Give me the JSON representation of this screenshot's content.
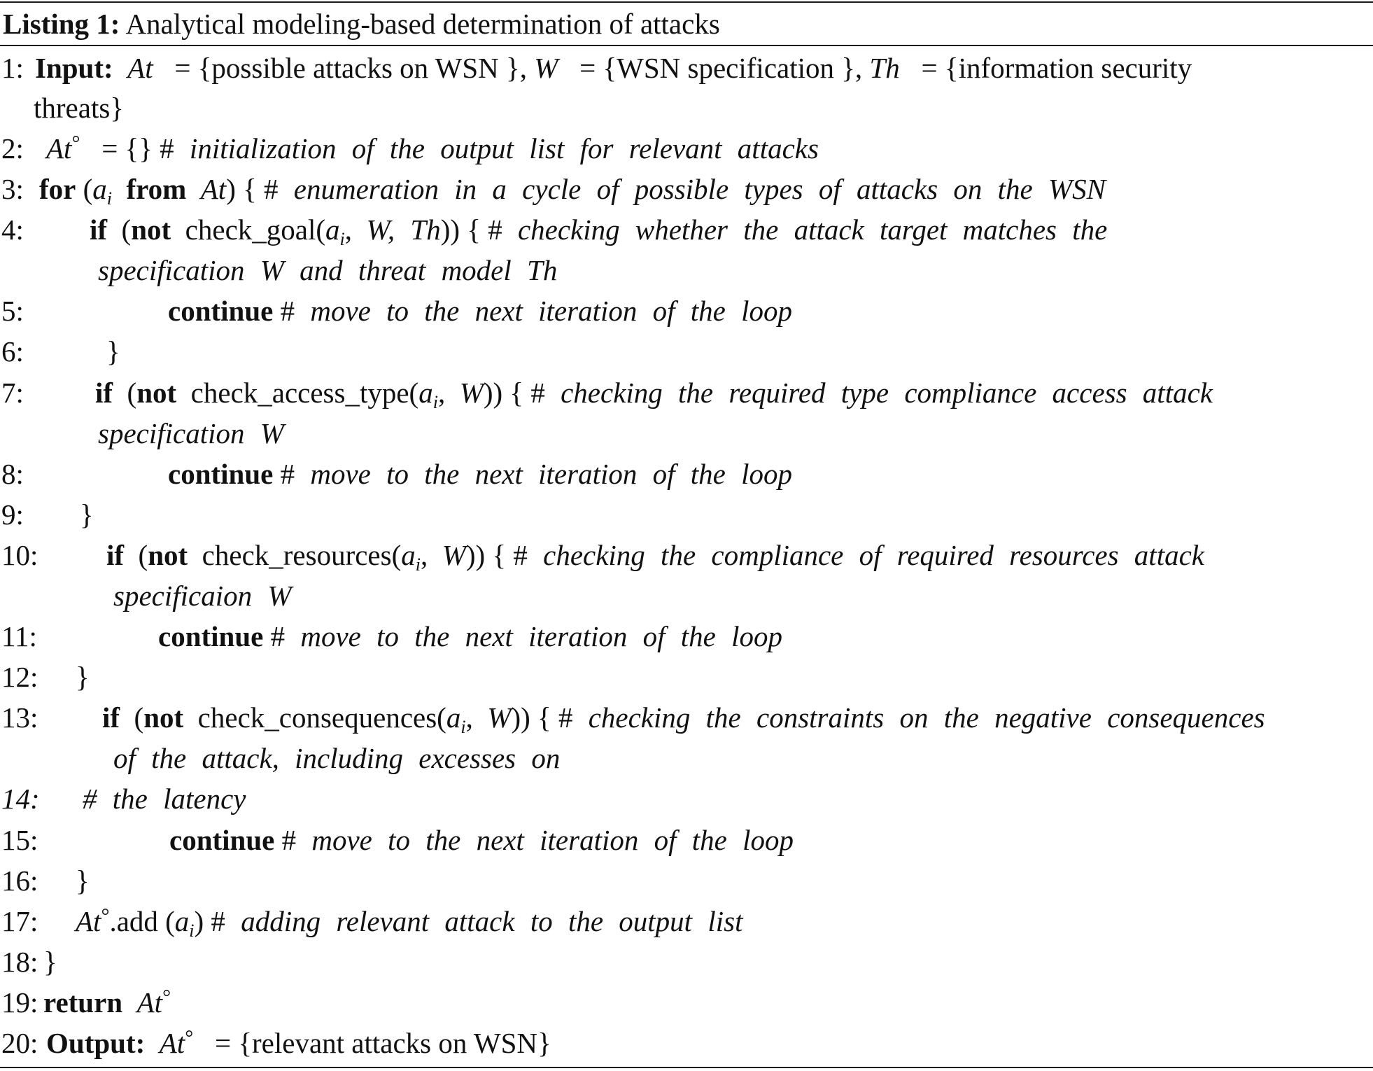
{
  "caption": {
    "label": "Listing 1:",
    "title": "Analytical modeling-based determination of attacks"
  },
  "lines": [
    {
      "num": "1:",
      "input_kw": "Input:",
      "at": "At",
      "eq_open": " = {",
      "at_desc": "possible attacks on WSN",
      "sep1": " }, ",
      "w": "W",
      "w_desc": "WSN specification",
      "th": "Th",
      "th_desc": "information security",
      "cont": "threats}"
    },
    {
      "num": "2:",
      "var": "At",
      "deg": "°",
      "eq": " = {} #",
      "comment": " initialization of the output list for relevant attacks"
    },
    {
      "num": "3:",
      "kw_for": "for",
      "open": " (",
      "ai": "a",
      "sub": "i",
      "kw_from": "from",
      "at": "At",
      "close": ") { #",
      "comment": " enumeration in a cycle of possible types of attacks on the WSN"
    },
    {
      "num": "4:",
      "kw_if": "if",
      "kw_not": "not",
      "fn": "check_goal(",
      "ai": "a",
      "sub": "i",
      "args": "W, Th",
      "close": ")) { #",
      "comment": " checking whether the attack target matches the",
      "cont": "specification W and threat model Th"
    },
    {
      "num": "5:",
      "kw": "continue",
      "comment": " move to the next iteration of the loop"
    },
    {
      "num": "6:",
      "brace": "}"
    },
    {
      "num": "7:",
      "kw_if": "if",
      "kw_not": "not",
      "fn": "check_access_type(",
      "ai": "a",
      "sub": "i",
      "args": "W",
      "close": ")) { #",
      "comment": " checking the required type compliance access attack",
      "cont": "specification W"
    },
    {
      "num": "8:",
      "kw": "continue",
      "comment": " move to the next iteration of the loop"
    },
    {
      "num": "9:",
      "brace": "}"
    },
    {
      "num": "10:",
      "kw_if": "if",
      "kw_not": "not",
      "fn": "check_resources(",
      "ai": "a",
      "sub": "i",
      "args": "W",
      "close": ")) { #",
      "comment": " checking the compliance of required resources attack",
      "cont": "specificaion W"
    },
    {
      "num": "11:",
      "kw": "continue",
      "comment": " move to the next iteration of the loop"
    },
    {
      "num": "12:",
      "brace": "}"
    },
    {
      "num": "13:",
      "kw_if": "if",
      "kw_not": "not",
      "fn": "check_consequences(",
      "ai": "a",
      "sub": "i",
      "args": "W",
      "close": ")) { #",
      "comment": " checking the constraints on the negative consequences",
      "cont": "of the attack, including excesses on"
    },
    {
      "num": "14:",
      "comment": "# the latency"
    },
    {
      "num": "15:",
      "kw": "continue",
      "comment": " move to the next iteration of the loop"
    },
    {
      "num": "16:",
      "brace": "}"
    },
    {
      "num": "17:",
      "var": "At",
      "deg": "°",
      "fn": ".add (",
      "ai": "a",
      "sub": "i",
      "close": ") #",
      "comment": " adding relevant attack to the output list"
    },
    {
      "num": "18:",
      "brace": "}"
    },
    {
      "num": "19:",
      "kw": "return",
      "var": "At",
      "deg": "°"
    },
    {
      "num": "20:",
      "kw": "Output:",
      "var": "At",
      "deg": "°",
      "eq": " = {",
      "desc": "relevant attacks on WSN",
      "close": "}"
    }
  ]
}
